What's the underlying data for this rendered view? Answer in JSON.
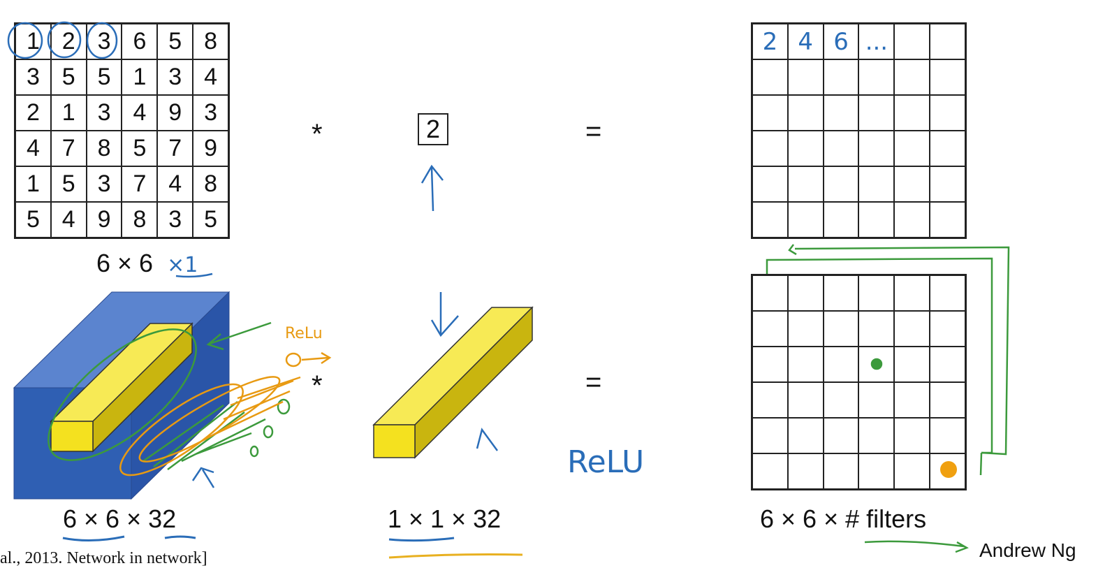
{
  "matrix_top": {
    "rows": [
      [
        "1",
        "2",
        "3",
        "6",
        "5",
        "8"
      ],
      [
        "3",
        "5",
        "5",
        "1",
        "3",
        "4"
      ],
      [
        "2",
        "1",
        "3",
        "4",
        "9",
        "3"
      ],
      [
        "4",
        "7",
        "8",
        "5",
        "7",
        "9"
      ],
      [
        "1",
        "5",
        "3",
        "7",
        "4",
        "8"
      ],
      [
        "5",
        "4",
        "9",
        "8",
        "3",
        "5"
      ]
    ],
    "label": "6 × 6",
    "hand_note": "×1"
  },
  "operator_conv": "*",
  "operator_equals": "=",
  "filter_value": "2",
  "output_top": {
    "first_row": [
      "2",
      "4",
      "6",
      "...",
      "",
      ""
    ],
    "rows": 6,
    "cols": 6
  },
  "volume_label_left": "6 × 6 × 32",
  "filter_label": "1 × 1 × 32",
  "output_label": "6 × 6 × # filters",
  "hand_relu_small": "ReLu",
  "hand_relu_big": "ReLU",
  "citation": "al., 2013. Network in network]",
  "credit": "Andrew Ng",
  "colors": {
    "blue_cube": "#2f5fb3",
    "yellow_bar": "#f4e11f",
    "ink_blue": "#2a6db8",
    "ink_green": "#3c9a3c",
    "ink_orange": "#e89a12"
  }
}
